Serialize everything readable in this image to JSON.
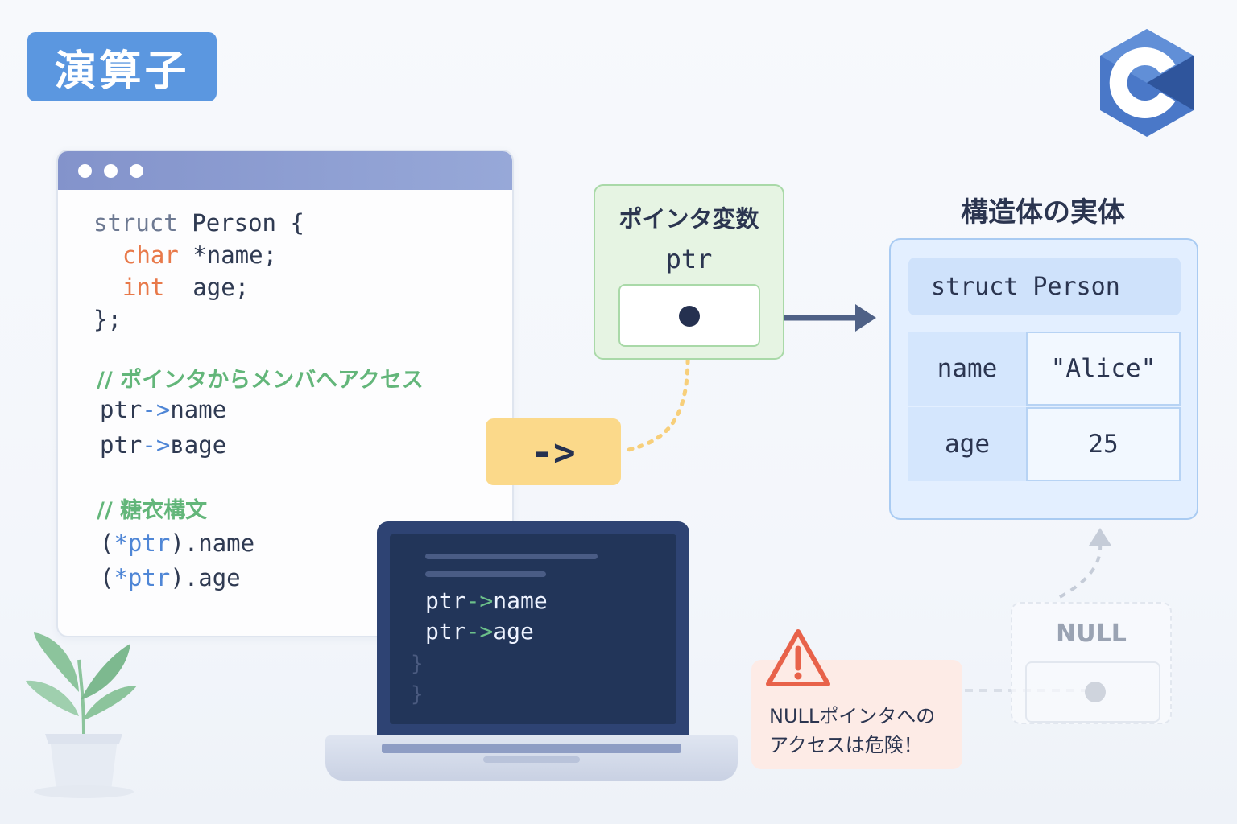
{
  "tag": {
    "label": "演算子"
  },
  "code": {
    "struct_kw": "struct",
    "struct_name": "Person {",
    "field1_type": "char",
    "field1_rest": " *name;",
    "field2_type": "int",
    "field2_rest": "  age;",
    "close": "};",
    "comment1": "// ポインタからメンバへアクセス",
    "line_ptr": "ptr",
    "arrow": "->",
    "member_name": "name",
    "member_age": "ʙage",
    "comment2": "// 糖衣構文",
    "deref_open": "(",
    "deref_ptr": "*ptr",
    "deref_close_name": ").name",
    "deref_close_age": ").age"
  },
  "operator_box": {
    "symbol": "->"
  },
  "pointer_var": {
    "title": "ポインタ変数",
    "name": "ptr"
  },
  "entity": {
    "title": "構造体の実体",
    "header": "struct Person",
    "rows": [
      {
        "key": "name",
        "value": "\"Alice\""
      },
      {
        "key": "age",
        "value": "25"
      }
    ]
  },
  "null_box": {
    "label": "NULL"
  },
  "warning": {
    "line1": "NULLポインタへの",
    "line2": "アクセスは危険！"
  },
  "laptop": {
    "line1_ptr": "ptr",
    "line1_op": "->",
    "line1_mem": "name",
    "line2_ptr": "ptr",
    "line2_op": "->",
    "line2_mem": "age",
    "brace1": "}",
    "brace2": "}"
  },
  "colors": {
    "tag_bg": "#5b97e0",
    "accent_orange": "#e8794a",
    "accent_blue": "#4f86d6",
    "comment_green": "#63b67a",
    "operator_bg": "#fbd98a",
    "pointer_bg": "#e6f4e3",
    "entity_bg": "#e3efff",
    "warning_red": "#e8624a"
  }
}
